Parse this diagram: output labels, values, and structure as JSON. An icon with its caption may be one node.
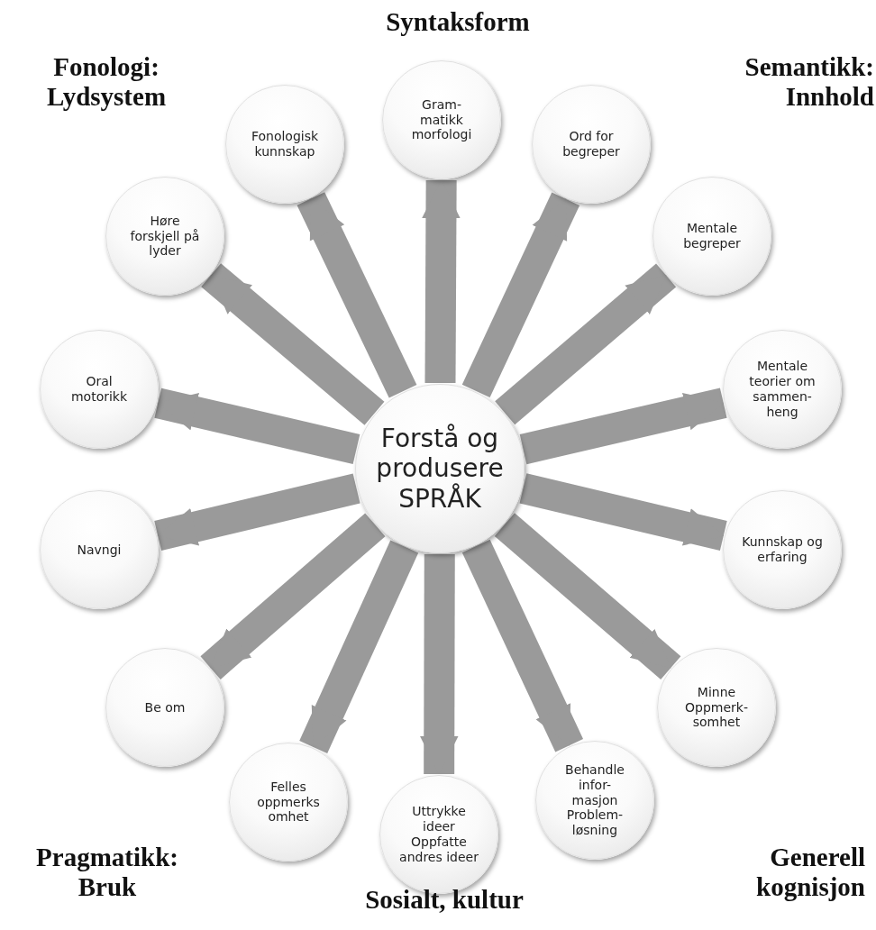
{
  "diagram": {
    "nodes": [
      {
        "text": [
          "Forstå og produsere SPRÅK"
        ]
      },
      {
        "text": [
          "Gram- matikk morfologi"
        ]
      },
      {
        "text": [
          "Ord for begreper"
        ]
      },
      {
        "text": [
          "Mentale begreper"
        ]
      },
      {
        "text": [
          "Mentale teorier om sammen- heng"
        ]
      },
      {
        "text": [
          "Kunnskap og erfaring"
        ]
      },
      {
        "text": [
          "Minne Oppmerk- somhet"
        ]
      },
      {
        "text": [
          "Behandle infor- masjon Problem- løsning"
        ]
      },
      {
        "text": [
          "Uttrykke ideer Oppfatte andres ideer"
        ]
      },
      {
        "text": [
          "Felles oppmerks omhet"
        ]
      },
      {
        "text": [
          "Be om"
        ]
      },
      {
        "text": [
          "Navngi"
        ]
      },
      {
        "text": [
          "Oral motorikk"
        ]
      },
      {
        "text": [
          "Høre forskjell på lyder"
        ]
      },
      {
        "text": [
          "Fonologisk kunnskap"
        ]
      }
    ],
    "edges": [
      {
        "from": 0,
        "to": 1,
        "arrow": "to"
      },
      {
        "from": 0,
        "to": 2,
        "arrow": "to"
      },
      {
        "from": 0,
        "to": 3,
        "arrow": "to"
      },
      {
        "from": 0,
        "to": 4,
        "arrow": "to"
      },
      {
        "from": 0,
        "to": 5,
        "arrow": "to"
      },
      {
        "from": 0,
        "to": 6,
        "arrow": "to"
      },
      {
        "from": 0,
        "to": 7,
        "arrow": "to"
      },
      {
        "from": 0,
        "to": 8,
        "arrow": "to"
      },
      {
        "from": 0,
        "to": 9,
        "arrow": "to"
      },
      {
        "from": 0,
        "to": 10,
        "arrow": "to"
      },
      {
        "from": 0,
        "to": 11,
        "arrow": "to"
      },
      {
        "from": 0,
        "to": 12,
        "arrow": "to"
      },
      {
        "from": 0,
        "to": 13,
        "arrow": "to"
      },
      {
        "from": 0,
        "to": 14,
        "arrow": "to"
      }
    ],
    "labels": [
      "Syntaksform",
      "Fonologi: Lydsystem",
      "Semantikk: Innhold",
      "Pragmatikk: Bruk",
      "Generell kognisjon",
      "Sosialt, kultur"
    ]
  }
}
